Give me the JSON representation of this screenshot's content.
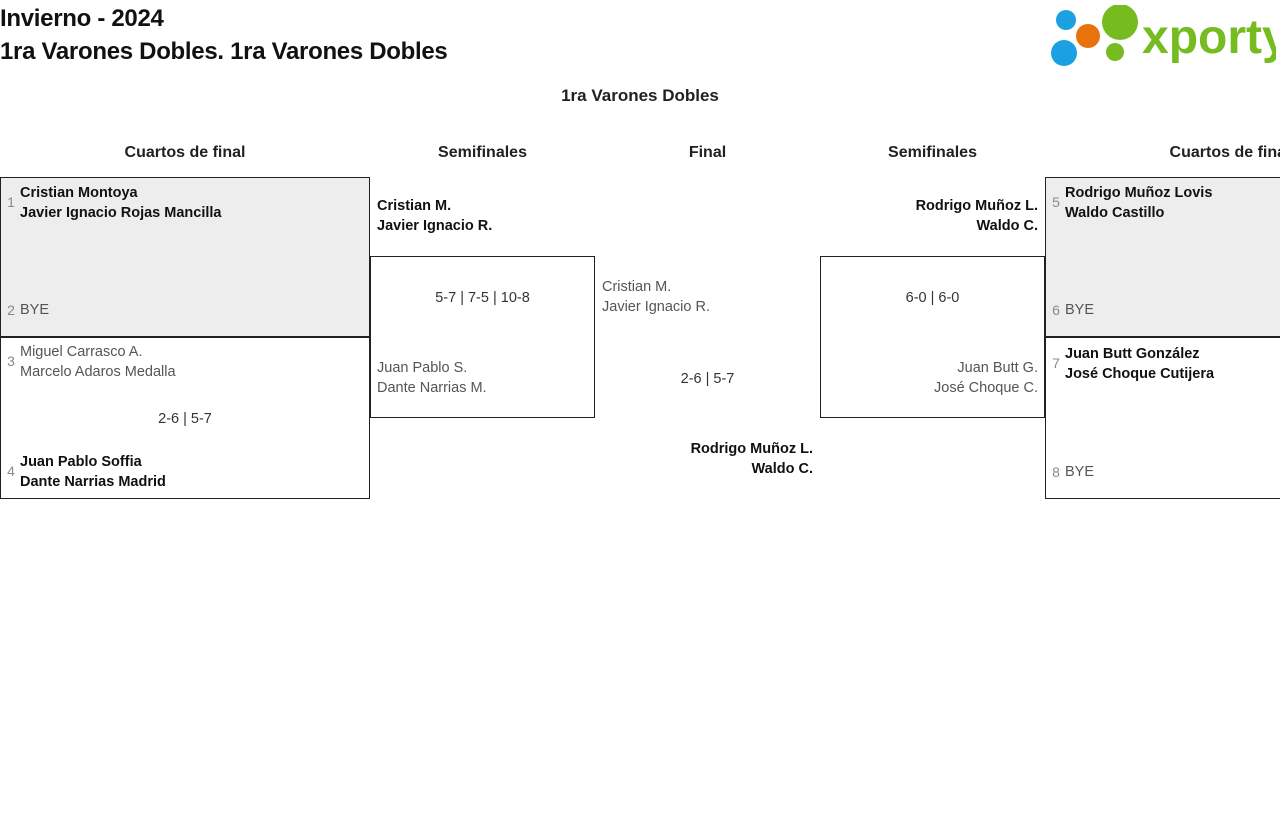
{
  "header": {
    "season_title": "Invierno - 2024",
    "category_title": "1ra Varones Dobles. 1ra Varones Dobles",
    "logo_text": "xporty",
    "logo_colors": {
      "green": "#76bc21",
      "orange": "#e8730c",
      "blue": "#1ba1e2"
    }
  },
  "bracket": {
    "title": "1ra Varones Dobles",
    "rounds": [
      {
        "id": "qf-left",
        "label": "Cuartos de final"
      },
      {
        "id": "sf-left",
        "label": "Semifinales"
      },
      {
        "id": "final",
        "label": "Final"
      },
      {
        "id": "sf-right",
        "label": "Semifinales"
      },
      {
        "id": "qf-right",
        "label": "Cuartos de final"
      }
    ],
    "matches": {
      "qf_left_1": {
        "top": {
          "seed": "1",
          "line1": "Cristian Montoya",
          "line2": "Javier Ignacio Rojas Mancilla",
          "result": "winner"
        },
        "bottom": {
          "seed": "2",
          "line1": "BYE",
          "line2": "",
          "result": "bye"
        },
        "score": ""
      },
      "qf_left_2": {
        "top": {
          "seed": "3",
          "line1": "Miguel Carrasco A.",
          "line2": "Marcelo Adaros Medalla",
          "result": "loser"
        },
        "bottom": {
          "seed": "4",
          "line1": "Juan Pablo Soffia",
          "line2": "Dante Narrias Madrid",
          "result": "winner"
        },
        "score": "2-6 | 5-7"
      },
      "sf_left": {
        "top": {
          "line1": "Cristian M.",
          "line2": "Javier Ignacio R.",
          "result": "winner"
        },
        "bottom": {
          "line1": "Juan Pablo S.",
          "line2": "Dante Narrias M.",
          "result": "loser"
        },
        "score": "5-7 | 7-5 | 10-8"
      },
      "final": {
        "top": {
          "line1": "Cristian M.",
          "line2": "Javier Ignacio R.",
          "result": "loser"
        },
        "bottom": {
          "line1": "Rodrigo Muñoz L.",
          "line2": "Waldo C.",
          "result": "winner"
        },
        "score": "2-6 | 5-7"
      },
      "sf_right": {
        "top": {
          "line1": "Rodrigo Muñoz L.",
          "line2": "Waldo C.",
          "result": "winner"
        },
        "bottom": {
          "line1": "Juan Butt G.",
          "line2": "José Choque C.",
          "result": "loser"
        },
        "score": "6-0 | 6-0"
      },
      "qf_right_1": {
        "top": {
          "seed": "5",
          "line1": "Rodrigo Muñoz Lovis",
          "line2": "Waldo Castillo",
          "result": "winner"
        },
        "bottom": {
          "seed": "6",
          "line1": "BYE",
          "line2": "",
          "result": "bye"
        },
        "score": ""
      },
      "qf_right_2": {
        "top": {
          "seed": "7",
          "line1": "Juan Butt González",
          "line2": "José Choque Cutijera",
          "result": "winner"
        },
        "bottom": {
          "seed": "8",
          "line1": "BYE",
          "line2": "",
          "result": "bye"
        },
        "score": ""
      }
    }
  }
}
